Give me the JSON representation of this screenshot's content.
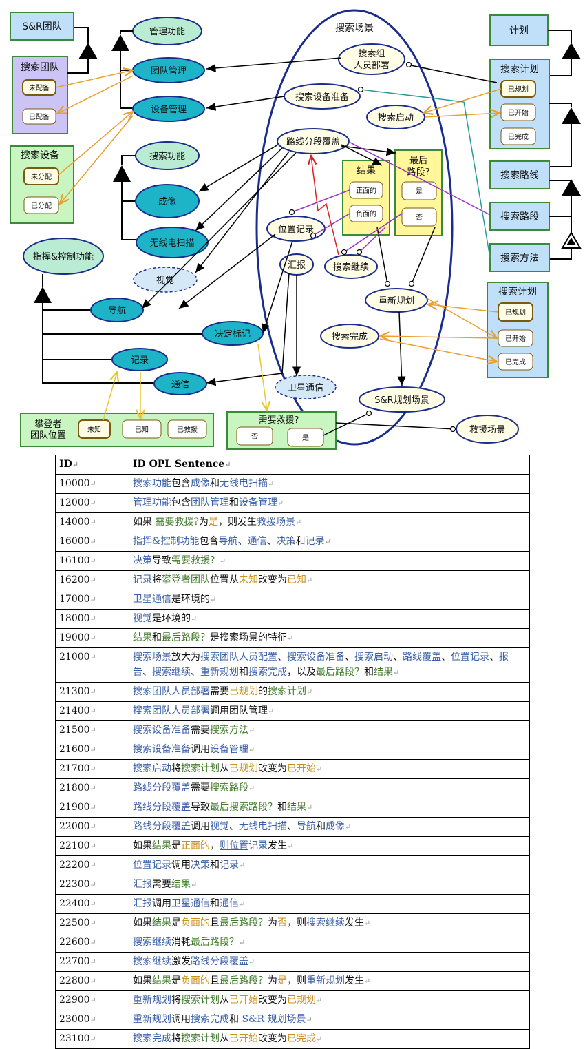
{
  "colors": {
    "process_fill": "#1eb4c8",
    "process_fill_light": "#b9ecd2",
    "process_stroke": "#1a2d8c",
    "object_fill_blue": "#bfe0f8",
    "object_fill_green": "#c8f5c0",
    "object_fill_purple": "#ccc4f5",
    "object_fill_yellow": "#fff79a",
    "state_fill": "#fffde6",
    "state_stroke": "#7a5a10",
    "orange_link": "#eaa030",
    "purple_link": "#9a32c8",
    "teal_link": "#2a9a9a",
    "red_link": "#e02020",
    "yellow_link": "#e8c830",
    "text_process": "#3a5fa6",
    "text_object": "#3f7a2a",
    "text_state": "#c8901e"
  },
  "diagram": {
    "scene_title": "搜索场景",
    "objects": {
      "sr_team": "S&R团队",
      "search_team": "搜索团队",
      "search_team_states": [
        "未配备",
        "已配备"
      ],
      "search_equipment": "搜索设备",
      "search_equipment_states": [
        "未分配",
        "已分配"
      ],
      "plan": "计划",
      "search_plan": "搜索计划",
      "search_plan_states": [
        "已规划",
        "已开始",
        "已完成"
      ],
      "search_route": "搜索路线",
      "search_segment": "搜索路段",
      "search_method": "搜索方法",
      "search_plan2": "搜索计划",
      "search_plan2_states": [
        "已规划",
        "已开始",
        "已完成"
      ],
      "result": "结果",
      "result_states": [
        "正面的",
        "负面的"
      ],
      "last_segment": "最后路段?",
      "last_segment_states": [
        "是",
        "否"
      ],
      "climber_position": "攀登者团队位置",
      "climber_states": [
        "未知",
        "已知",
        "已救援"
      ],
      "need_rescue": "需要救援?",
      "need_rescue_states": [
        "否",
        "是"
      ]
    },
    "processes": {
      "management": "管理功能",
      "team_management": "团队管理",
      "equipment_management": "设备管理",
      "search_function": "搜索功能",
      "imaging": "成像",
      "radio_scan": "无线电扫描",
      "vision": "视觉",
      "command_control": "指挥&控制功能",
      "navigation": "导航",
      "decision_mark": "决定标记",
      "record": "记录",
      "communication": "通信",
      "satellite_comm": "卫星通信",
      "team_deploy": "搜索组人员部署",
      "equipment_prep": "搜索设备准备",
      "search_start": "搜索启动",
      "route_coverage": "路线分段覆盖",
      "position_record": "位置记录",
      "report": "汇报",
      "search_continue": "搜索继续",
      "replan": "重新规划",
      "search_complete": "搜索完成",
      "sr_planning_scene": "S&R规划场景",
      "rescue_scene": "救援场景"
    }
  },
  "table": {
    "header_id": "ID",
    "header_sentence": "ID OPL Sentence",
    "rows": [
      {
        "id": "10000",
        "parts": [
          [
            "p",
            "搜索功能"
          ],
          [
            "n",
            "包含"
          ],
          [
            "p",
            "成像"
          ],
          [
            "n",
            "和"
          ],
          [
            "p",
            "无线电扫描"
          ]
        ]
      },
      {
        "id": "12000",
        "parts": [
          [
            "p",
            "管理功能"
          ],
          [
            "n",
            "包含"
          ],
          [
            "p",
            "团队管理"
          ],
          [
            "n",
            "和"
          ],
          [
            "p",
            "设备管理"
          ]
        ]
      },
      {
        "id": "14000",
        "parts": [
          [
            "n",
            "如果 "
          ],
          [
            "o",
            "需要救援?"
          ],
          [
            "n",
            "为"
          ],
          [
            "s",
            "是"
          ],
          [
            "n",
            "，则发生"
          ],
          [
            "p",
            "救援场景"
          ]
        ]
      },
      {
        "id": "16000",
        "parts": [
          [
            "p",
            "指挥&控制功能"
          ],
          [
            "n",
            "包含"
          ],
          [
            "p",
            "导航"
          ],
          [
            "n",
            "、"
          ],
          [
            "p",
            "通信"
          ],
          [
            "n",
            "、"
          ],
          [
            "p",
            "决策"
          ],
          [
            "n",
            "和"
          ],
          [
            "p",
            "记录"
          ]
        ]
      },
      {
        "id": "16100",
        "parts": [
          [
            "p",
            "决策"
          ],
          [
            "n",
            "导致"
          ],
          [
            "o",
            "需要救援？"
          ]
        ]
      },
      {
        "id": "16200",
        "parts": [
          [
            "p",
            "记录"
          ],
          [
            "n",
            "将"
          ],
          [
            "o",
            "攀登者团队"
          ],
          [
            "n",
            "位置从"
          ],
          [
            "s",
            "未知"
          ],
          [
            "n",
            "改变为"
          ],
          [
            "s",
            "已知"
          ]
        ]
      },
      {
        "id": "17000",
        "parts": [
          [
            "p",
            "卫星通信"
          ],
          [
            "n",
            "是环境的"
          ]
        ]
      },
      {
        "id": "18000",
        "parts": [
          [
            "p",
            "视觉"
          ],
          [
            "n",
            "是环境的"
          ]
        ]
      },
      {
        "id": "19000",
        "parts": [
          [
            "o",
            "结果"
          ],
          [
            "n",
            "和"
          ],
          [
            "o",
            "最后路段？"
          ],
          [
            "n",
            "是搜索场景的特征"
          ]
        ]
      },
      {
        "id": "21000",
        "parts": [
          [
            "p",
            "搜索场景"
          ],
          [
            "n",
            "放大为"
          ],
          [
            "p",
            "搜索团队人员配置"
          ],
          [
            "n",
            "、"
          ],
          [
            "p",
            "搜索设备准备"
          ],
          [
            "n",
            "、"
          ],
          [
            "p",
            "搜索启动"
          ],
          [
            "n",
            "、"
          ],
          [
            "p",
            "路线覆盖"
          ],
          [
            "n",
            "、"
          ],
          [
            "p",
            "位置记录"
          ],
          [
            "n",
            "、"
          ],
          [
            "p",
            "报告"
          ],
          [
            "n",
            "、"
          ],
          [
            "p",
            "搜索继续"
          ],
          [
            "n",
            "、"
          ],
          [
            "p",
            "重新规划"
          ],
          [
            "n",
            "和"
          ],
          [
            "p",
            "搜索完成"
          ],
          [
            "n",
            "，以及"
          ],
          [
            "o",
            "最后路段？"
          ],
          [
            "n",
            "和"
          ],
          [
            "o",
            "结果"
          ]
        ]
      },
      {
        "id": "21300",
        "parts": [
          [
            "p",
            "搜索团队人员部署"
          ],
          [
            "n",
            "需要"
          ],
          [
            "s",
            "已规划"
          ],
          [
            "n",
            "的"
          ],
          [
            "o",
            "搜索计划"
          ]
        ]
      },
      {
        "id": "21400",
        "parts": [
          [
            "p",
            "搜索团队人员部署"
          ],
          [
            "n",
            "调用团队管理"
          ]
        ]
      },
      {
        "id": "21500",
        "parts": [
          [
            "p",
            "搜索设备准备"
          ],
          [
            "n",
            "需要"
          ],
          [
            "o",
            "搜索方法"
          ]
        ]
      },
      {
        "id": "21600",
        "parts": [
          [
            "p",
            "搜索设备准备"
          ],
          [
            "n",
            "调用"
          ],
          [
            "p",
            "设备管理"
          ]
        ]
      },
      {
        "id": "21700",
        "parts": [
          [
            "p",
            "搜索启动"
          ],
          [
            "n",
            "将"
          ],
          [
            "o",
            "搜索计划"
          ],
          [
            "n",
            "从"
          ],
          [
            "s",
            "已规划"
          ],
          [
            "n",
            "改变为"
          ],
          [
            "s",
            "已开始"
          ]
        ]
      },
      {
        "id": "21800",
        "parts": [
          [
            "p",
            "路线分段覆盖"
          ],
          [
            "n",
            "需要"
          ],
          [
            "o",
            "搜索路段"
          ]
        ]
      },
      {
        "id": "21900",
        "parts": [
          [
            "p",
            "路线分段覆盖"
          ],
          [
            "n",
            "导致"
          ],
          [
            "o",
            "最后搜索路段？"
          ],
          [
            "n",
            "和"
          ],
          [
            "o",
            "结果"
          ]
        ]
      },
      {
        "id": "22000",
        "parts": [
          [
            "p",
            "路线分段覆盖"
          ],
          [
            "n",
            "调用"
          ],
          [
            "p",
            "视觉"
          ],
          [
            "n",
            "、"
          ],
          [
            "p",
            "无线电扫描"
          ],
          [
            "n",
            "、"
          ],
          [
            "p",
            "导航"
          ],
          [
            "n",
            "和"
          ],
          [
            "p",
            "成像"
          ]
        ]
      },
      {
        "id": "22100",
        "parts": [
          [
            "n",
            "如果"
          ],
          [
            "o",
            "结果"
          ],
          [
            "n",
            "是"
          ],
          [
            "s",
            "正面的"
          ],
          [
            "n",
            "，"
          ],
          [
            "u",
            "则位置"
          ],
          [
            "p",
            "记录"
          ],
          [
            "n",
            "发生"
          ]
        ]
      },
      {
        "id": "22200",
        "parts": [
          [
            "p",
            "位置记录"
          ],
          [
            "n",
            "调用"
          ],
          [
            "p",
            "决策"
          ],
          [
            "n",
            "和"
          ],
          [
            "p",
            "记录"
          ]
        ]
      },
      {
        "id": "22300",
        "parts": [
          [
            "p",
            "汇报"
          ],
          [
            "n",
            "需要"
          ],
          [
            "o",
            "结果"
          ]
        ]
      },
      {
        "id": "22400",
        "parts": [
          [
            "p",
            "汇报"
          ],
          [
            "n",
            "调用"
          ],
          [
            "p",
            "卫星通信"
          ],
          [
            "n",
            "和"
          ],
          [
            "p",
            "通信"
          ]
        ]
      },
      {
        "id": "22500",
        "parts": [
          [
            "n",
            "如果"
          ],
          [
            "o",
            "结果"
          ],
          [
            "n",
            "是"
          ],
          [
            "s",
            "负面的"
          ],
          [
            "n",
            "且"
          ],
          [
            "o",
            "最后路段？"
          ],
          [
            "n",
            "为"
          ],
          [
            "s",
            "否"
          ],
          [
            "n",
            "，则"
          ],
          [
            "p",
            "搜索继续"
          ],
          [
            "n",
            "发生"
          ]
        ]
      },
      {
        "id": "22600",
        "parts": [
          [
            "p",
            "搜索继续"
          ],
          [
            "n",
            "消耗"
          ],
          [
            "o",
            "最后路段？"
          ]
        ]
      },
      {
        "id": "22700",
        "parts": [
          [
            "p",
            "搜索继续"
          ],
          [
            "n",
            "激发"
          ],
          [
            "p",
            "路线分段覆盖"
          ]
        ]
      },
      {
        "id": "22800",
        "parts": [
          [
            "n",
            "如果"
          ],
          [
            "o",
            "结果"
          ],
          [
            "n",
            "是"
          ],
          [
            "s",
            "负面的"
          ],
          [
            "n",
            "且"
          ],
          [
            "o",
            "最后路段？"
          ],
          [
            "n",
            "为"
          ],
          [
            "s",
            "是"
          ],
          [
            "n",
            "，则"
          ],
          [
            "p",
            "重新规划"
          ],
          [
            "n",
            "发生"
          ]
        ]
      },
      {
        "id": "22900",
        "parts": [
          [
            "p",
            "重新规划"
          ],
          [
            "n",
            "将"
          ],
          [
            "o",
            "搜索计划"
          ],
          [
            "n",
            "从"
          ],
          [
            "s",
            "已开始"
          ],
          [
            "n",
            "改变为"
          ],
          [
            "s",
            "已规划"
          ]
        ]
      },
      {
        "id": "23000",
        "parts": [
          [
            "p",
            "重新规划"
          ],
          [
            "n",
            "调用"
          ],
          [
            "p",
            "搜索完成"
          ],
          [
            "n",
            "和 "
          ],
          [
            "p",
            "S&R 规划场景"
          ]
        ]
      },
      {
        "id": "23100",
        "parts": [
          [
            "p",
            "搜索完成"
          ],
          [
            "n",
            "将"
          ],
          [
            "o",
            "搜索计划"
          ],
          [
            "n",
            "从"
          ],
          [
            "s",
            "已开始"
          ],
          [
            "n",
            "改变为"
          ],
          [
            "s",
            "已完成"
          ]
        ]
      }
    ]
  }
}
